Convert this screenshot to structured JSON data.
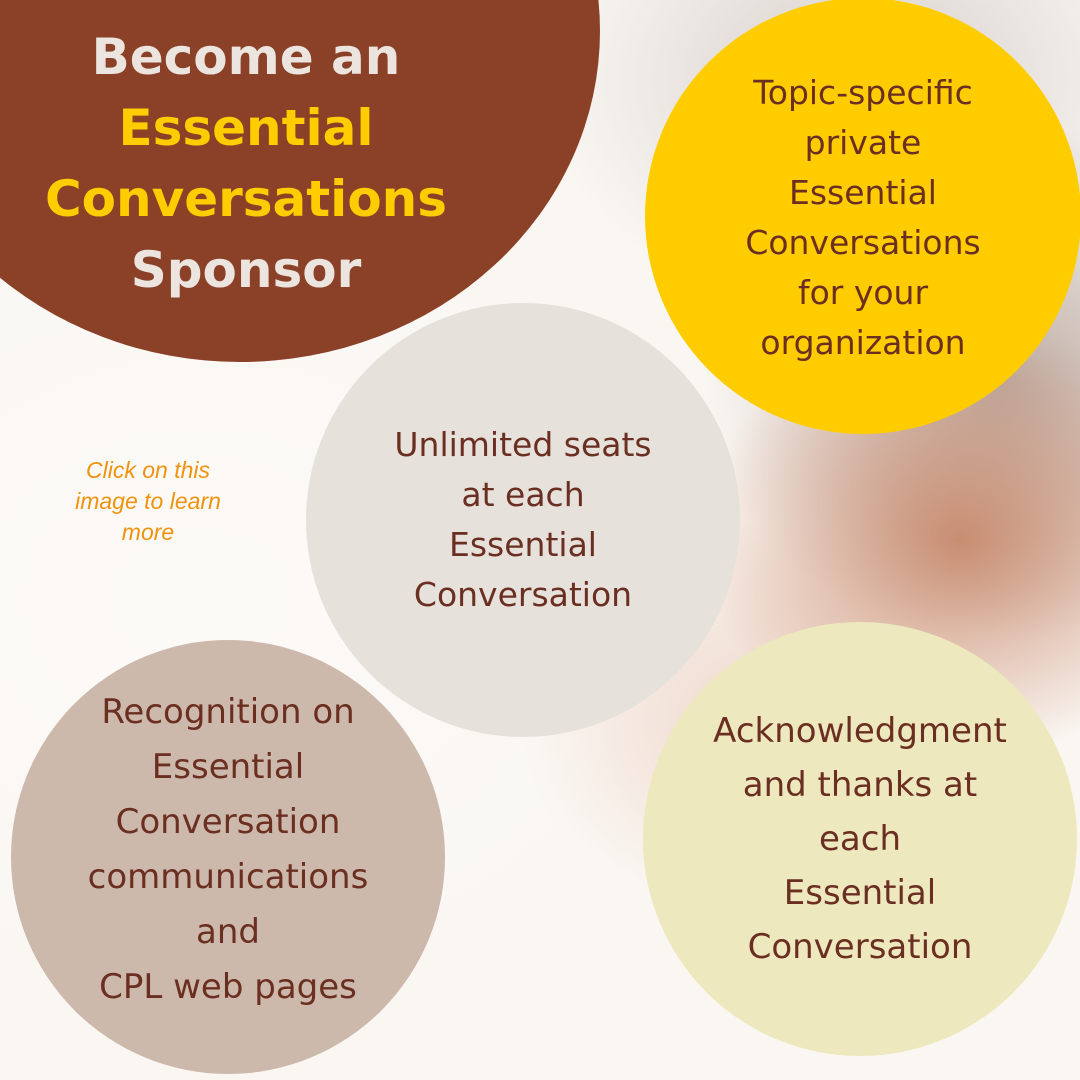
{
  "title": {
    "line1": "Become an",
    "line2": "Essential",
    "line3": "Conversations",
    "line4": "Sponsor"
  },
  "click_note": "Click on this\nimage to learn\nmore",
  "benefits": [
    {
      "text": "Topic-specific\nprivate\nEssential\nConversations\nfor your\norganization"
    },
    {
      "text": "Unlimited seats\nat each\nEssential\nConversation"
    },
    {
      "text": "Recognition on\nEssential\nConversation\ncommunications\nand\nCPL web pages"
    },
    {
      "text": "Acknowledgment\nand thanks at\neach\nEssential\nConversation"
    }
  ],
  "colors": {
    "brand_brown": "#8a4127",
    "accent_yellow": "#ffcc00",
    "text_brown": "#6b2f22",
    "note_orange": "#f0920e"
  }
}
